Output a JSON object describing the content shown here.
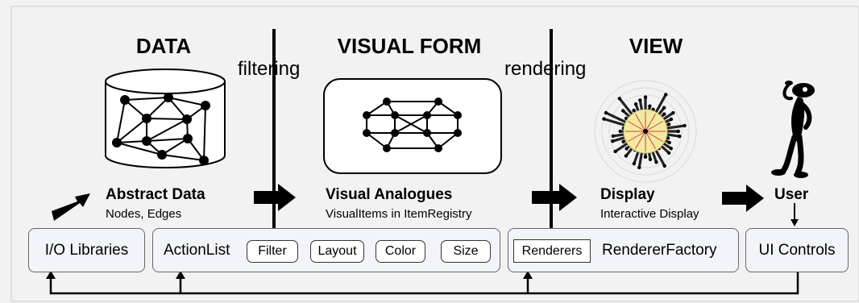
{
  "stages": {
    "data": {
      "heading": "DATA",
      "title": "Abstract Data",
      "subtitle": "Nodes, Edges"
    },
    "visual": {
      "heading": "VISUAL FORM",
      "title": "Visual Analogues",
      "subtitle": "VisualItems in ItemRegistry"
    },
    "view": {
      "heading": "VIEW",
      "title": "Display",
      "subtitle": "Interactive Display"
    },
    "user": {
      "title": "User"
    }
  },
  "transitions": {
    "filtering": "filtering",
    "rendering": "rendering"
  },
  "components": {
    "io": "I/O Libraries",
    "actionlist": {
      "label": "ActionList",
      "actions": [
        "Filter",
        "Layout",
        "Color",
        "Size"
      ]
    },
    "renderers": {
      "chip": "Renderers",
      "label": "RendererFactory"
    },
    "ui": "UI Controls"
  },
  "icons": [
    "cylinder-icon",
    "graph-icon",
    "radial-tree-icon",
    "user-figure-icon",
    "arrow-icon"
  ],
  "colors": {
    "background": "#f2f2f2",
    "box_fill": "#f2f4fa",
    "box_border": "#666666",
    "radial_center": "#f2eaa0",
    "radial_spokes": "#d04040"
  }
}
